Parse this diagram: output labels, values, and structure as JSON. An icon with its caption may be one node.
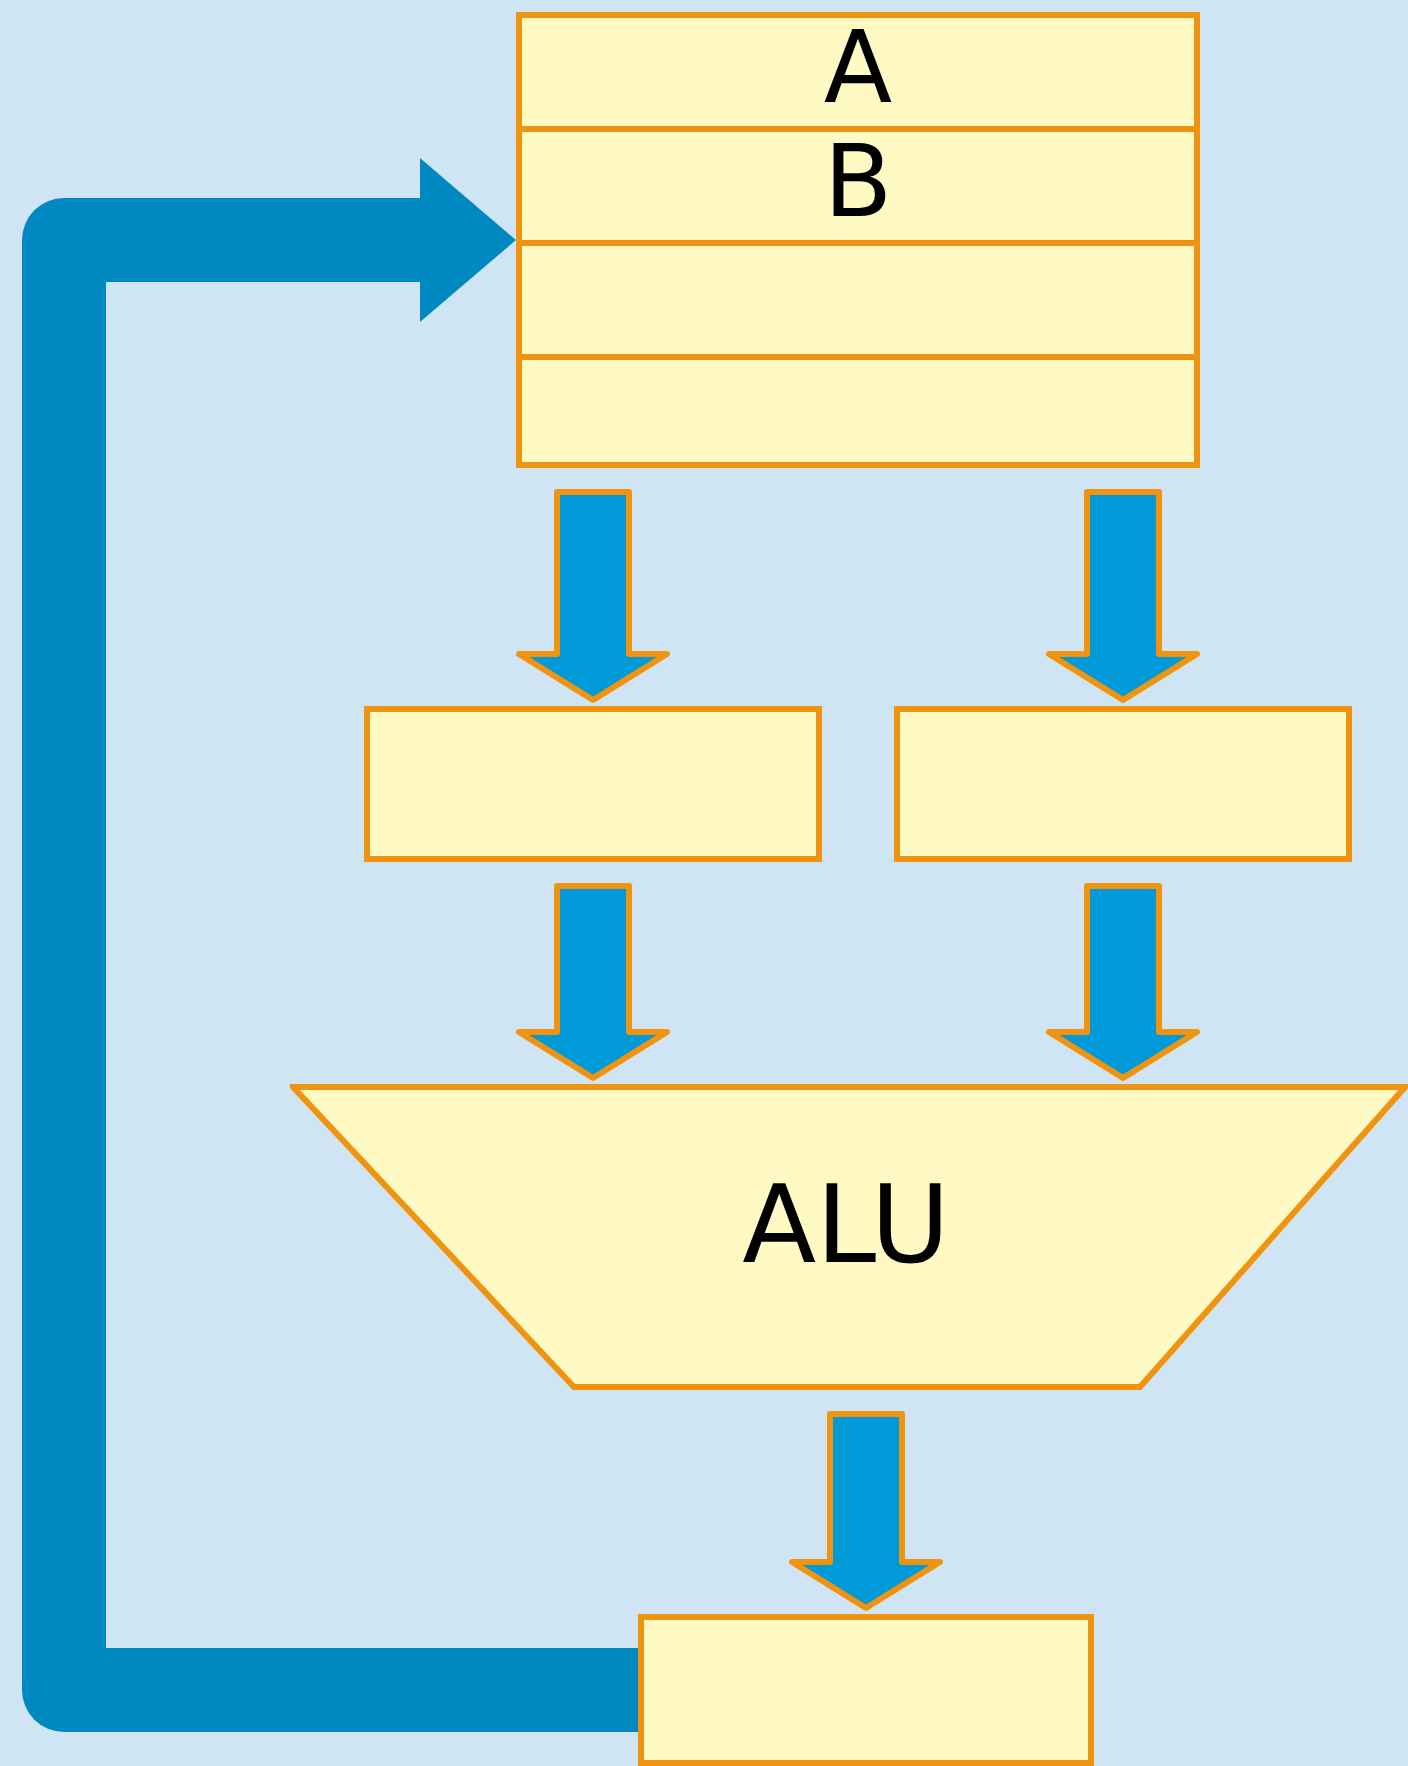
{
  "diagram": {
    "nodes": [
      {
        "text": [],
        "shape": "box"
      },
      {
        "text": [
          "A"
        ],
        "in": 0
      },
      {
        "text": [
          "B"
        ],
        "in": 0
      },
      {
        "text": [],
        "shape": "box",
        "in": 0
      },
      {
        "text": [],
        "shape": "box",
        "in": 0
      },
      {
        "text": [],
        "shape": "box"
      },
      {
        "text": [],
        "shape": "box"
      },
      {
        "text": [
          "ALU"
        ]
      },
      {
        "text": [],
        "shape": "box"
      }
    ],
    "edges": [
      {
        "from": 0,
        "to": 5,
        "arrow": "to"
      },
      {
        "from": 0,
        "to": 6,
        "arrow": "to"
      },
      {
        "from": 5,
        "to": 7,
        "arrow": "to"
      },
      {
        "from": 6,
        "to": 7,
        "arrow": "to"
      },
      {
        "from": 7,
        "to": 8,
        "arrow": "to"
      },
      {
        "from": 8,
        "to": 0,
        "arrow": "to",
        "color": "#0088c0"
      }
    ]
  }
}
